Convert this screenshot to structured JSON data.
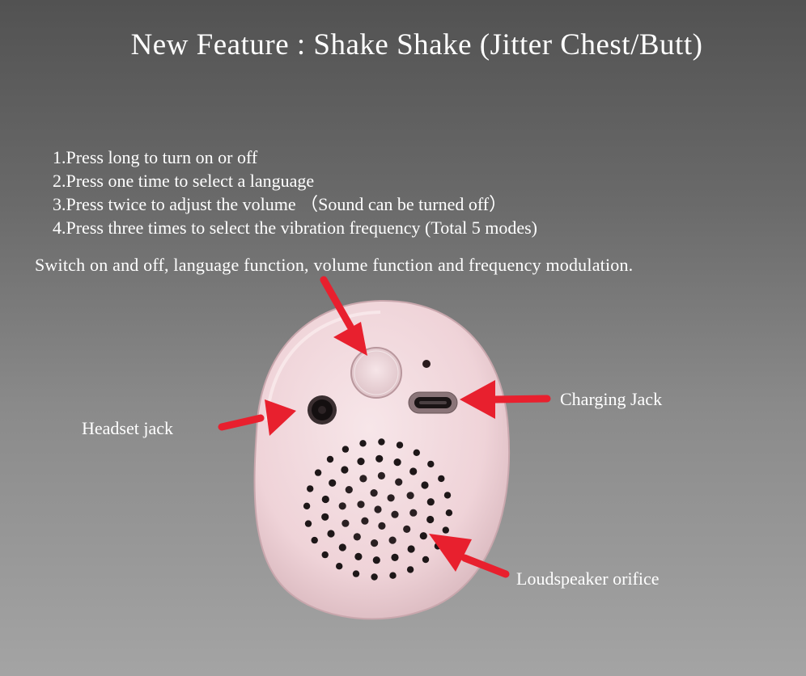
{
  "title": "New Feature : Shake Shake (Jitter Chest/Butt)",
  "instructions": [
    "1.Press long to turn on or off",
    "2.Press one time to select a language",
    "3.Press twice to adjust the volume （Sound can be turned off）",
    "4.Press three times to select the vibration frequency (Total 5 modes)"
  ],
  "switch_caption": "Switch on and off, language function, volume function and frequency modulation.",
  "callouts": {
    "charging_jack": "Charging Jack",
    "headset_jack": "Headset jack",
    "loudspeaker": "Loudspeaker orifice"
  },
  "colors": {
    "device_body": "#f2d9dd",
    "arrow": "#e8202e",
    "text": "#ffffff"
  }
}
